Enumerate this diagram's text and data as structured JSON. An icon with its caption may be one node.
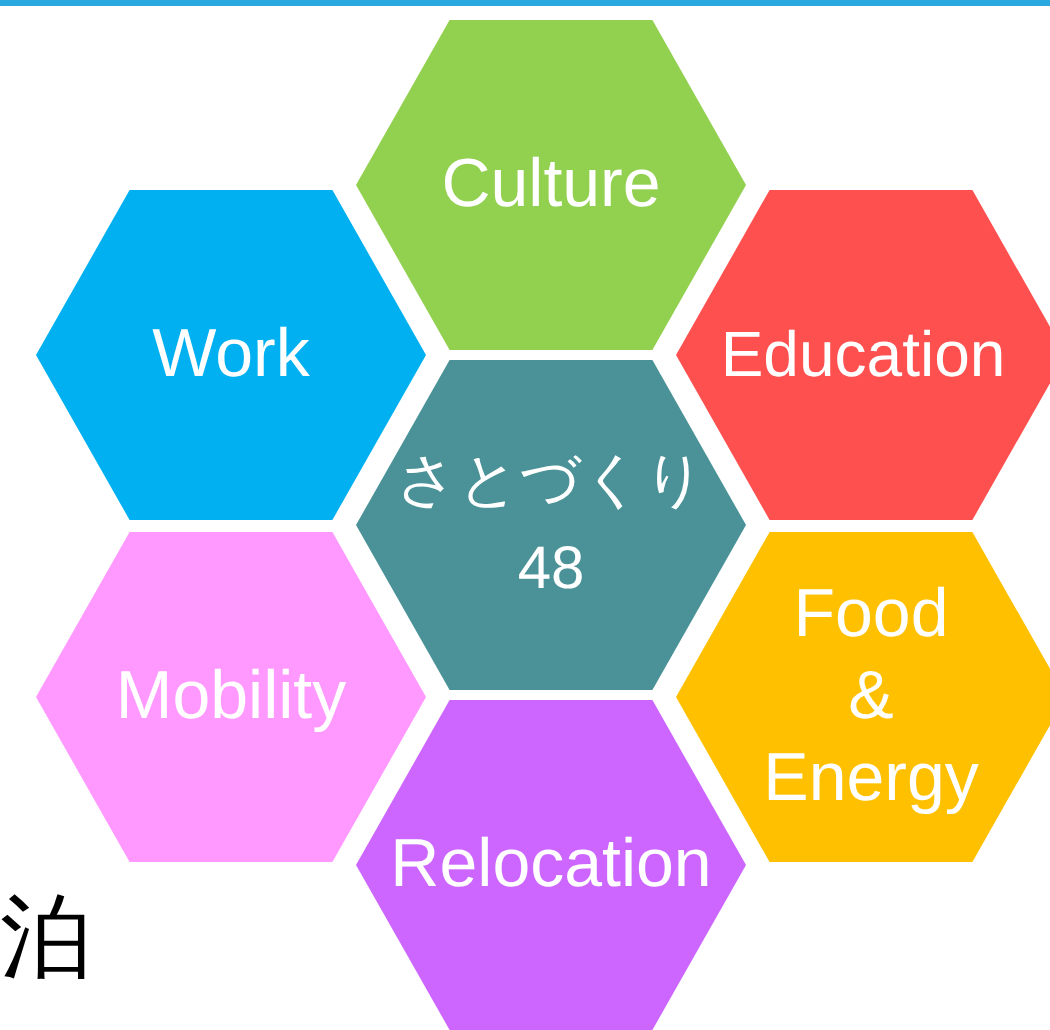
{
  "diagram": {
    "nodes": [
      {
        "text": [
          "Culture"
        ]
      },
      {
        "text": [
          "Work"
        ]
      },
      {
        "text": [
          "Education"
        ]
      },
      {
        "text": [
          "さとづくり 48"
        ]
      },
      {
        "text": [
          "Mobility"
        ]
      },
      {
        "text": [
          "Food & Energy"
        ]
      },
      {
        "text": [
          "Relocation"
        ]
      }
    ],
    "labels": [
      "泊"
    ]
  }
}
